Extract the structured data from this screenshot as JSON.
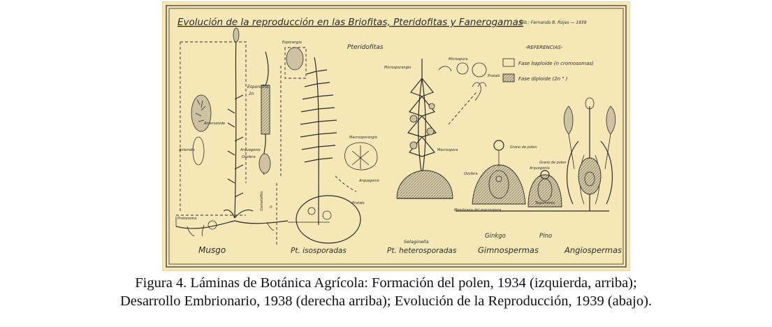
{
  "plate": {
    "title": "Evolución de la reproducción en las Briofitas, Pteridofitas y Fanerogamas",
    "signature": "Dib.: Fernando B. Rojas — 1939",
    "legend": {
      "header": "-REFERENCIAS-",
      "haploid": "Fase haploide (n cromosomas)",
      "diploid": "Fase diploide (2n    \"    )"
    },
    "groups": {
      "musgo": "Musgo",
      "isosporadas": "Pt. isosporadas",
      "selaginella": "Selaginella",
      "heterosporadas": "Pt. heterosporadas",
      "ginkgo": "Ginkgo",
      "pino": "Pino",
      "gimnospermas": "Gimnospermas",
      "angiospermas": "Angiospermas",
      "pteridofitas": "Pteridofitas"
    },
    "labels": {
      "esporangio": "Esporangio",
      "esporofito": "Esporofito",
      "esporofito_2n": "2n",
      "anterozoide": "Anterozoide",
      "anteridio": "Anteridio",
      "arquegonio": "Arquegonio",
      "oosfera": "Oosfera",
      "protonema": "Protonema",
      "gametofito": "Gametofito",
      "n": "n",
      "macrosporangio": "Macrosporangio",
      "microsporangio": "Microsporangio",
      "microspora": "Microspora",
      "macrospora": "Macrospora",
      "protalo": "Protalo",
      "membrana": "Membrana del macrospora",
      "grano_polen": "Grano de polen",
      "grano_polen_2": "Grano de polen",
      "oosfera_2": "Oosfera",
      "tegumento": "Tegumento",
      "arquegonio_2": "Arquegonio"
    }
  },
  "caption": {
    "line1": "Figura 4. Láminas de Botánica Agrícola: Formación del polen, 1934 (izquierda, arriba);",
    "line2": "Desarrollo Embrionario, 1938 (derecha arriba); Evolución de la Reproducción, 1939 (abajo)."
  }
}
